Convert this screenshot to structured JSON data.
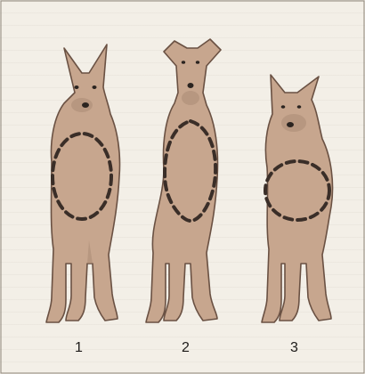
{
  "figures": [
    {
      "number": "1",
      "chest": "oval"
    },
    {
      "number": "2",
      "chest": "deep-narrow"
    },
    {
      "number": "3",
      "chest": "round"
    }
  ],
  "colors": {
    "background": "#f3efe7",
    "coat": "#c7a68e",
    "outline": "#6a5143",
    "chest_outline": "#3a2e28"
  }
}
